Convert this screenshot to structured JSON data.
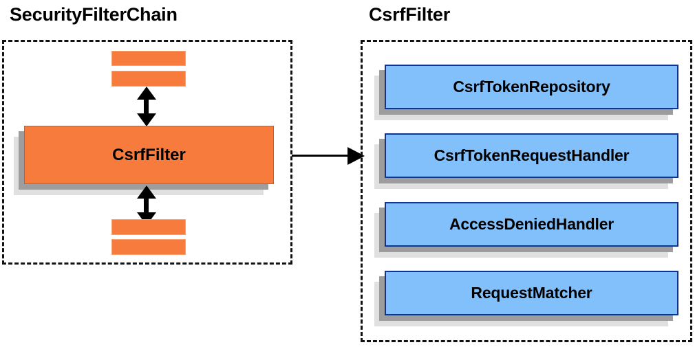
{
  "diagram": {
    "background_color": "#ffffff",
    "panels": [
      {
        "id": "security-filter-chain",
        "title": "SecurityFilterChain",
        "border_style": "dashed",
        "border_color": "#111111",
        "main_box": {
          "label": "CsrfFilter",
          "fill_color": "#f67b3c",
          "border_color": "#d9541f",
          "shadow_colors": [
            "#9d9d9d",
            "#e0e0e0"
          ]
        },
        "filler_bars": {
          "count_above": 2,
          "count_below": 2,
          "fill_color": "#f67b3c",
          "border_color": "#f9a06e"
        },
        "connectors": [
          {
            "name": "arrow-above-csrffilter",
            "type": "double-headed-vertical"
          },
          {
            "name": "arrow-below-csrffilter",
            "type": "double-headed-vertical"
          }
        ]
      },
      {
        "id": "csrf-filter-detail",
        "title": "CsrfFilter",
        "border_style": "dashed",
        "border_color": "#111111",
        "collaborators": [
          {
            "label": "CsrfTokenRepository"
          },
          {
            "label": "CsrfTokenRequestHandler"
          },
          {
            "label": "AccessDeniedHandler"
          },
          {
            "label": "RequestMatcher"
          }
        ],
        "collaborator_style": {
          "fill_color": "#82c0fb",
          "border_color": "#12348c",
          "shadow_colors": [
            "#9d9d9d",
            "#e0e0e0"
          ]
        }
      }
    ],
    "cross_panel_arrow": {
      "name": "csrffilter-expands-to-detail",
      "type": "single-headed-right",
      "color": "#000000"
    }
  }
}
